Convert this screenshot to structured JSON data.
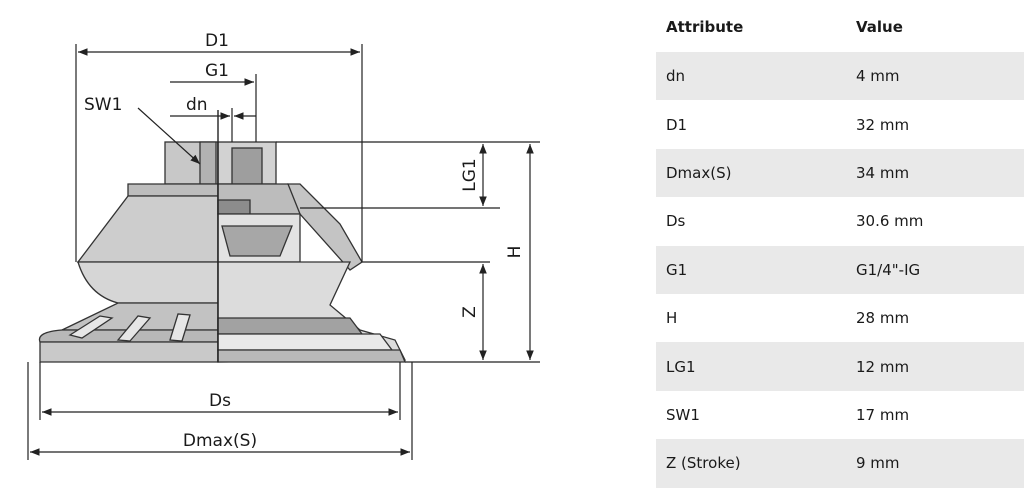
{
  "drawing": {
    "labels": {
      "d1": "D1",
      "g1": "G1",
      "dn": "dn",
      "sw1": "SW1",
      "lg1": "LG1",
      "h": "H",
      "z": "Z",
      "ds": "Ds",
      "dmax": "Dmax(S)"
    }
  },
  "table": {
    "headers": {
      "attribute": "Attribute",
      "value": "Value"
    },
    "rows": [
      {
        "attribute": "dn",
        "value": "4 mm"
      },
      {
        "attribute": "D1",
        "value": "32 mm"
      },
      {
        "attribute": "Dmax(S)",
        "value": "34 mm"
      },
      {
        "attribute": "Ds",
        "value": "30.6 mm"
      },
      {
        "attribute": "G1",
        "value": "G1/4\"-IG"
      },
      {
        "attribute": "H",
        "value": "28 mm"
      },
      {
        "attribute": "LG1",
        "value": "12 mm"
      },
      {
        "attribute": "SW1",
        "value": "17 mm"
      },
      {
        "attribute": "Z (Stroke)",
        "value": "9 mm"
      }
    ]
  }
}
